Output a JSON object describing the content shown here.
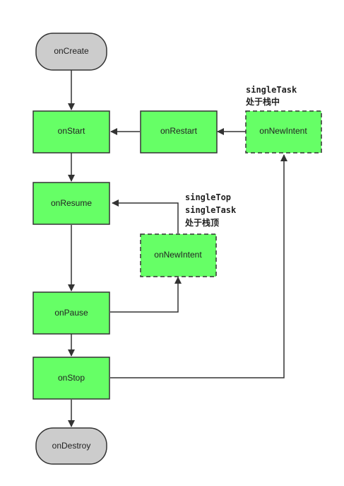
{
  "nodes": {
    "on_create": "onCreate",
    "on_start": "onStart",
    "on_restart": "onRestart",
    "on_new_intent_task": "onNewIntent",
    "on_resume": "onResume",
    "on_new_intent_top": "onNewIntent",
    "on_pause": "onPause",
    "on_stop": "onStop",
    "on_destroy": "onDestroy"
  },
  "notes": {
    "task_line1": "singleTask",
    "task_line2": "处于栈中",
    "top_line1": "singleTop",
    "top_line2": "singleTask",
    "top_line3": "处于栈顶"
  },
  "colors": {
    "activity_fill": "#66ff66",
    "terminal_fill": "#cccccc",
    "stroke": "#333333"
  }
}
